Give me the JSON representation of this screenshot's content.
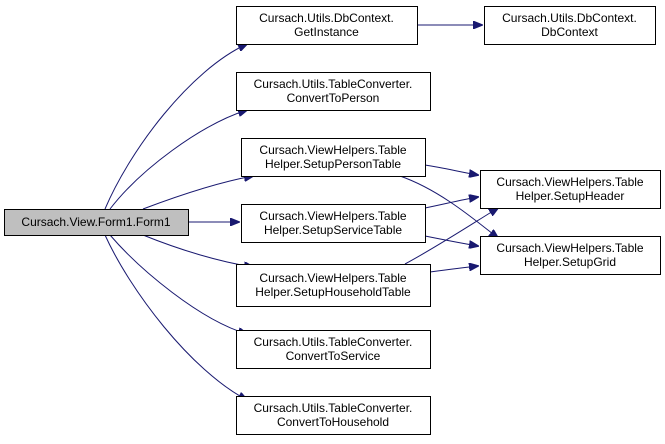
{
  "nodes": [
    {
      "id": "form1",
      "lines": [
        "Cursach.View.Form1.Form1"
      ],
      "root": true
    },
    {
      "id": "getinstance",
      "lines": [
        "Cursach.Utils.DbContext.",
        "GetInstance"
      ]
    },
    {
      "id": "dbcontext",
      "lines": [
        "Cursach.Utils.DbContext.",
        "DbContext"
      ]
    },
    {
      "id": "toperson",
      "lines": [
        "Cursach.Utils.TableConverter.",
        "ConvertToPerson"
      ]
    },
    {
      "id": "personTable",
      "lines": [
        "Cursach.ViewHelpers.Table",
        "Helper.SetupPersonTable"
      ]
    },
    {
      "id": "serviceTable",
      "lines": [
        "Cursach.ViewHelpers.Table",
        "Helper.SetupServiceTable"
      ]
    },
    {
      "id": "householdTable",
      "lines": [
        "Cursach.ViewHelpers.Table",
        "Helper.SetupHouseholdTable"
      ]
    },
    {
      "id": "setupHeader",
      "lines": [
        "Cursach.ViewHelpers.Table",
        "Helper.SetupHeader"
      ]
    },
    {
      "id": "setupGrid",
      "lines": [
        "Cursach.ViewHelpers.Table",
        "Helper.SetupGrid"
      ]
    },
    {
      "id": "toservice",
      "lines": [
        "Cursach.Utils.TableConverter.",
        "ConvertToService"
      ]
    },
    {
      "id": "tohousehold",
      "lines": [
        "Cursach.Utils.TableConverter.",
        "ConvertToHousehold"
      ]
    }
  ],
  "edges": [
    {
      "from": "form1",
      "to": "getinstance"
    },
    {
      "from": "getinstance",
      "to": "dbcontext"
    },
    {
      "from": "form1",
      "to": "toperson"
    },
    {
      "from": "form1",
      "to": "personTable"
    },
    {
      "from": "form1",
      "to": "serviceTable"
    },
    {
      "from": "form1",
      "to": "householdTable"
    },
    {
      "from": "form1",
      "to": "toservice"
    },
    {
      "from": "form1",
      "to": "tohousehold"
    },
    {
      "from": "personTable",
      "to": "setupHeader"
    },
    {
      "from": "personTable",
      "to": "setupGrid"
    },
    {
      "from": "serviceTable",
      "to": "setupHeader"
    },
    {
      "from": "serviceTable",
      "to": "setupGrid"
    },
    {
      "from": "householdTable",
      "to": "setupHeader"
    },
    {
      "from": "householdTable",
      "to": "setupGrid"
    }
  ],
  "colors": {
    "edge": "#191970",
    "root_fill": "#bfbfbf",
    "node_fill": "#ffffff"
  }
}
